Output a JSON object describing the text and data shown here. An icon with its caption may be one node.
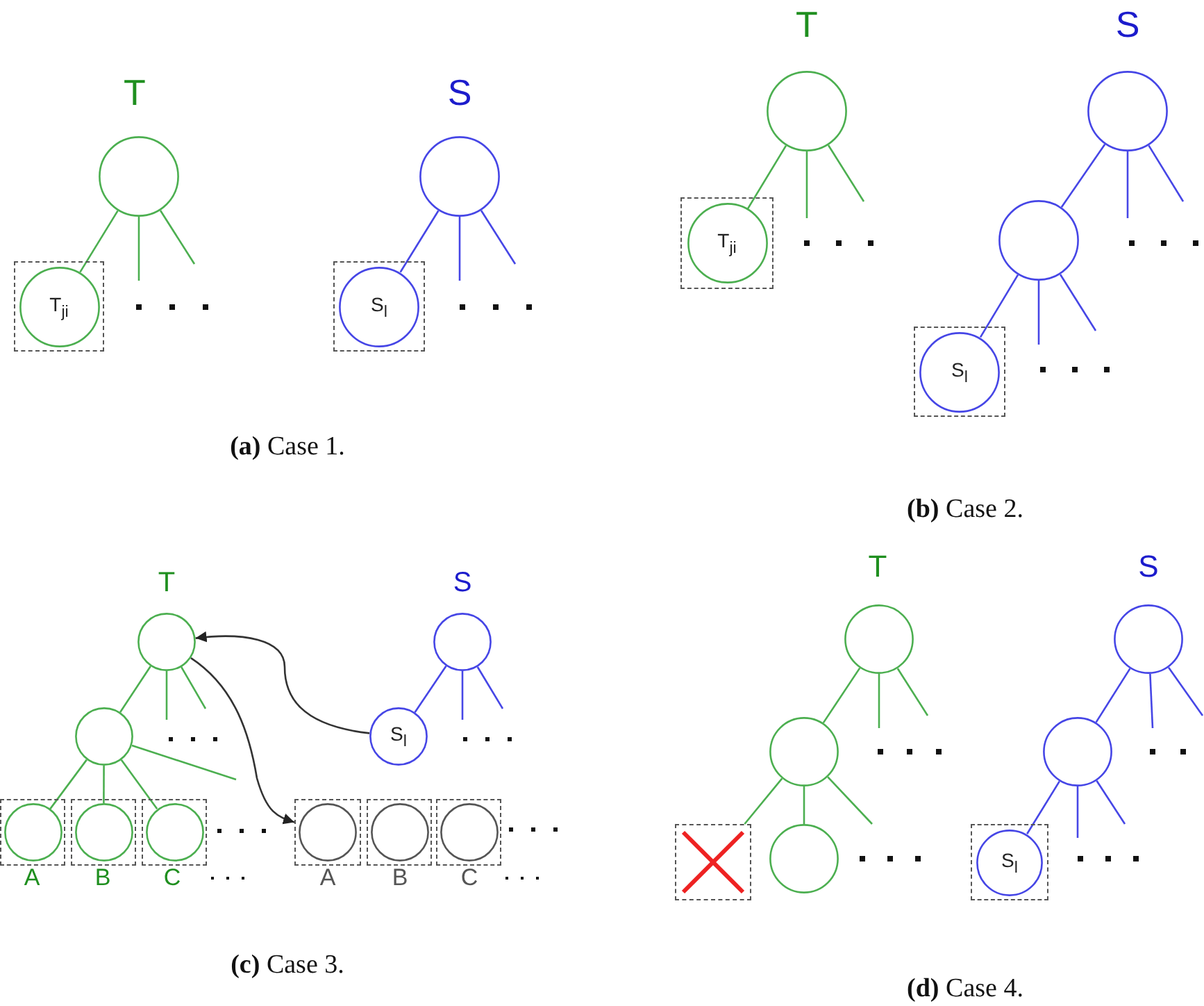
{
  "diagram": {
    "nodes": [
      {
        "text": [],
        "shape": "circle",
        "beside": [
          "T"
        ]
      },
      {
        "text": [],
        "shape": "box"
      },
      {
        "text": [
          "T$_{ji}$"
        ],
        "in": 1
      },
      {
        "text": [],
        "shape": "circle",
        "beside": [
          "S"
        ]
      },
      {
        "text": [],
        "shape": "box"
      },
      {
        "text": [
          "S$_{l}$"
        ],
        "in": 4
      },
      {
        "text": [],
        "shape": "circle",
        "beside": [
          "T"
        ]
      },
      {
        "text": [],
        "shape": "box"
      },
      {
        "text": [
          "T$_{ji}$"
        ],
        "in": 7
      },
      {
        "text": [],
        "shape": "circle",
        "beside": [
          "S"
        ]
      },
      {
        "text": [],
        "shape": "circle"
      },
      {
        "text": [],
        "shape": "box"
      },
      {
        "text": [
          "S$_{l}$"
        ],
        "in": 11
      },
      {
        "text": [],
        "shape": "circle",
        "beside": [
          "T"
        ]
      },
      {
        "text": [],
        "shape": "circle"
      },
      {
        "text": [],
        "shape": "box"
      },
      {
        "text": [],
        "shape": "circle",
        "in": 15,
        "beside": [
          "A"
        ]
      },
      {
        "text": [],
        "shape": "box"
      },
      {
        "text": [],
        "shape": "circle",
        "in": 17,
        "beside": [
          "B"
        ]
      },
      {
        "text": [],
        "shape": "box"
      },
      {
        "text": [],
        "shape": "circle",
        "in": 19,
        "beside": [
          "C"
        ]
      },
      {
        "text": [],
        "shape": "circle",
        "beside": [
          "S"
        ]
      },
      {
        "text": [
          "S$_{l}$"
        ]
      },
      {
        "text": [],
        "shape": "box"
      },
      {
        "text": [],
        "shape": "circle",
        "in": 23,
        "beside": [
          "A"
        ]
      },
      {
        "text": [],
        "shape": "box"
      },
      {
        "text": [],
        "shape": "circle",
        "in": 25,
        "beside": [
          "B"
        ]
      },
      {
        "text": [],
        "shape": "box"
      },
      {
        "text": [],
        "shape": "circle",
        "in": 27,
        "beside": [
          "C"
        ]
      },
      {
        "text": [],
        "shape": "circle",
        "beside": [
          "T"
        ]
      },
      {
        "text": [],
        "shape": "circle"
      },
      {
        "text": [],
        "shape": "box"
      },
      {
        "text": [],
        "shape": "cross",
        "in": 31
      },
      {
        "text": [],
        "shape": "circle"
      },
      {
        "text": [],
        "shape": "circle",
        "beside": [
          "S"
        ]
      },
      {
        "text": [],
        "shape": "circle"
      },
      {
        "text": [],
        "shape": "box"
      },
      {
        "text": [
          "S$_{l}$"
        ],
        "in": 36
      }
    ],
    "edges": [
      {
        "from": 0,
        "to": 2,
        "arrow": "none"
      },
      {
        "from": 0,
        "to": null,
        "arrow": "none"
      },
      {
        "from": 0,
        "to": null,
        "arrow": "none"
      },
      {
        "from": 3,
        "to": 5,
        "arrow": "none",
        "color": "#4646e6"
      },
      {
        "from": 3,
        "to": null,
        "arrow": "none",
        "color": "#4646e6"
      },
      {
        "from": 3,
        "to": null,
        "arrow": "none",
        "color": "#4646e6"
      },
      {
        "from": 6,
        "to": 8,
        "arrow": "none"
      },
      {
        "from": 6,
        "to": null,
        "arrow": "none"
      },
      {
        "from": 6,
        "to": null,
        "arrow": "none"
      },
      {
        "from": 9,
        "to": 10,
        "arrow": "none",
        "color": "#4646e6"
      },
      {
        "from": 9,
        "to": null,
        "arrow": "none",
        "color": "#4646e6"
      },
      {
        "from": 9,
        "to": null,
        "arrow": "none",
        "color": "#4646e6"
      },
      {
        "from": 10,
        "to": 12,
        "arrow": "none",
        "color": "#4646e6"
      },
      {
        "from": 10,
        "to": null,
        "arrow": "none",
        "color": "#4646e6"
      },
      {
        "from": 10,
        "to": null,
        "arrow": "none",
        "color": "#4646e6"
      },
      {
        "from": 13,
        "to": 14,
        "arrow": "none"
      },
      {
        "from": 13,
        "to": null,
        "arrow": "none"
      },
      {
        "from": 13,
        "to": null,
        "arrow": "none"
      },
      {
        "from": 14,
        "to": 16,
        "arrow": "none"
      },
      {
        "from": 14,
        "to": 18,
        "arrow": "none"
      },
      {
        "from": 14,
        "to": 20,
        "arrow": "none"
      },
      {
        "from": 14,
        "to": null,
        "arrow": "none"
      },
      {
        "from": 21,
        "to": 22,
        "arrow": "none",
        "color": "#4646e6"
      },
      {
        "from": 21,
        "to": null,
        "arrow": "none",
        "color": "#4646e6"
      },
      {
        "from": 21,
        "to": null,
        "arrow": "none",
        "color": "#4646e6"
      },
      {
        "from": 22,
        "to": 13,
        "arrow": "to",
        "color": "#333333"
      },
      {
        "from": 13,
        "to": 23,
        "arrow": "to",
        "color": "#333333"
      },
      {
        "from": 29,
        "to": 30,
        "arrow": "none"
      },
      {
        "from": 29,
        "to": null,
        "arrow": "none"
      },
      {
        "from": 29,
        "to": null,
        "arrow": "none"
      },
      {
        "from": 30,
        "to": 31,
        "arrow": "none"
      },
      {
        "from": 30,
        "to": 33,
        "arrow": "none"
      },
      {
        "from": 30,
        "to": null,
        "arrow": "none"
      },
      {
        "from": 34,
        "to": 35,
        "arrow": "none",
        "color": "#4646e6"
      },
      {
        "from": 34,
        "to": null,
        "arrow": "none",
        "color": "#4646e6"
      },
      {
        "from": 34,
        "to": null,
        "arrow": "none",
        "color": "#4646e6"
      },
      {
        "from": 35,
        "to": 37,
        "arrow": "none",
        "color": "#4646e6"
      },
      {
        "from": 35,
        "to": null,
        "arrow": "none",
        "color": "#4646e6"
      },
      {
        "from": 35,
        "to": null,
        "arrow": "none",
        "color": "#4646e6"
      }
    ],
    "labels": [
      "**(a)** Case 1.",
      "**(b)** Case 2.",
      "**(c)** Case 3.",
      "**(d)** Case 4."
    ]
  }
}
